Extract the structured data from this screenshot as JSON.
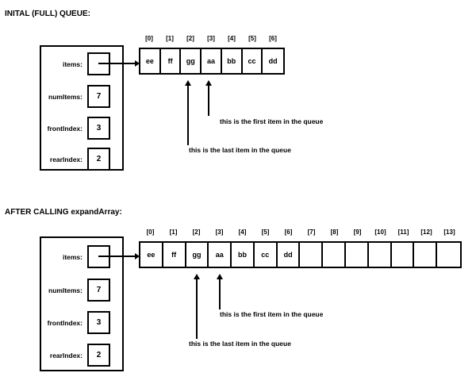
{
  "diagram": {
    "title_top": "INITAL (FULL) QUEUE:",
    "title_bottom": "AFTER CALLING expandArray:",
    "field_labels": {
      "items": "items:",
      "num_items": "numItems:",
      "front_index": "frontIndex:",
      "rear_index": "rearIndex:"
    },
    "annotations": {
      "first_item": "this is the first item in the queue",
      "last_item": "this is the last item in the queue"
    }
  },
  "top_section": {
    "struct": {
      "items_value": "",
      "num_items_value": "7",
      "front_index_value": "3",
      "rear_index_value": "2"
    },
    "array": {
      "indices": [
        "[0]",
        "[1]",
        "[2]",
        "[3]",
        "[4]",
        "[5]",
        "[6]"
      ],
      "cells": [
        "ee",
        "ff",
        "gg",
        "aa",
        "bb",
        "cc",
        "dd"
      ],
      "capacity": 7
    },
    "pointer_from": "items",
    "pointer_to_index": 0,
    "callouts": [
      {
        "target_index": 2,
        "label": "this is the last item in the queue"
      },
      {
        "target_index": 3,
        "label": "this is the first item in the queue"
      }
    ]
  },
  "bottom_section": {
    "struct": {
      "items_value": "",
      "num_items_value": "7",
      "front_index_value": "3",
      "rear_index_value": "2"
    },
    "array": {
      "indices": [
        "[0]",
        "[1]",
        "[2]",
        "[3]",
        "[4]",
        "[5]",
        "[6]",
        "[7]",
        "[8]",
        "[9]",
        "[10]",
        "[11]",
        "[12]",
        "[13]"
      ],
      "cells": [
        "ee",
        "ff",
        "gg",
        "aa",
        "bb",
        "cc",
        "dd",
        "",
        "",
        "",
        "",
        "",
        "",
        ""
      ],
      "capacity": 14
    },
    "pointer_from": "items",
    "pointer_to_index": 0,
    "callouts": [
      {
        "target_index": 2,
        "label": "this is the last item in the queue"
      },
      {
        "target_index": 3,
        "label": "this is the first item in the queue"
      }
    ]
  },
  "colors": {
    "ink": "#000000",
    "paper": "#ffffff"
  }
}
